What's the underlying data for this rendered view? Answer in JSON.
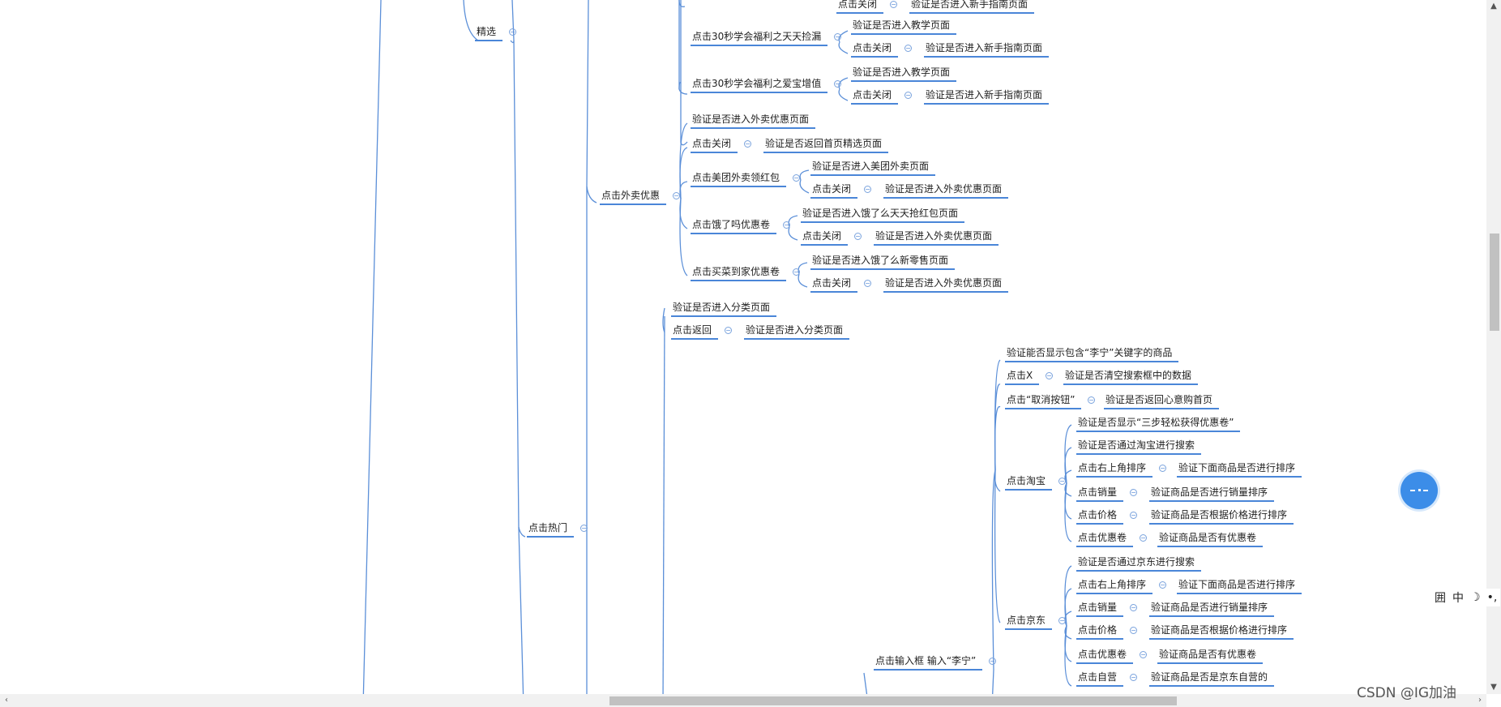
{
  "nodes": [
    {
      "id": "n0",
      "text": "验证是否进入新手指南页面"
    },
    {
      "id": "n1",
      "text": "点击关闭"
    },
    {
      "id": "n2",
      "text": "精选"
    },
    {
      "id": "n3",
      "text": "验证是否进入教学页面"
    },
    {
      "id": "n4",
      "text": "点击30秒学会福利之天天捡漏"
    },
    {
      "id": "n5",
      "text": "点击关闭"
    },
    {
      "id": "n6",
      "text": "验证是否进入新手指南页面"
    },
    {
      "id": "n7",
      "text": "验证是否进入教学页面"
    },
    {
      "id": "n8",
      "text": "点击30秒学会福利之爱宝增值"
    },
    {
      "id": "n9",
      "text": "点击关闭"
    },
    {
      "id": "n10",
      "text": "验证是否进入新手指南页面"
    },
    {
      "id": "n11",
      "text": "验证是否进入外卖优惠页面"
    },
    {
      "id": "n12",
      "text": "点击关闭"
    },
    {
      "id": "n13",
      "text": "验证是否返回首页精选页面"
    },
    {
      "id": "n14",
      "text": "验证是否进入美团外卖页面"
    },
    {
      "id": "n15",
      "text": "点击美团外卖领红包"
    },
    {
      "id": "n16",
      "text": "点击关闭"
    },
    {
      "id": "n17",
      "text": "验证是否进入外卖优惠页面"
    },
    {
      "id": "n18",
      "text": "点击外卖优惠"
    },
    {
      "id": "n19",
      "text": "验证是否进入饿了么天天抢红包页面"
    },
    {
      "id": "n20",
      "text": "点击饿了吗优惠卷"
    },
    {
      "id": "n21",
      "text": "点击关闭"
    },
    {
      "id": "n22",
      "text": "验证是否进入外卖优惠页面"
    },
    {
      "id": "n23",
      "text": "验证是否进入饿了么新零售页面"
    },
    {
      "id": "n24",
      "text": "点击买菜到家优惠卷"
    },
    {
      "id": "n25",
      "text": "点击关闭"
    },
    {
      "id": "n26",
      "text": "验证是否进入外卖优惠页面"
    },
    {
      "id": "n27",
      "text": "验证是否进入分类页面"
    },
    {
      "id": "n28",
      "text": "点击返回"
    },
    {
      "id": "n29",
      "text": "验证是否进入分类页面"
    },
    {
      "id": "n30",
      "text": "验证能否显示包含“李宁”关键字的商品"
    },
    {
      "id": "n31",
      "text": "点击X"
    },
    {
      "id": "n32",
      "text": "验证是否清空搜索框中的数据"
    },
    {
      "id": "n33",
      "text": "点击“取消按钮”"
    },
    {
      "id": "n34",
      "text": "验证是否返回心意购首页"
    },
    {
      "id": "n35",
      "text": "验证是否显示“三步轻松获得优惠卷”"
    },
    {
      "id": "n36",
      "text": "验证是否通过淘宝进行搜索"
    },
    {
      "id": "n37",
      "text": "点击右上角排序"
    },
    {
      "id": "n38",
      "text": "验证下面商品是否进行排序"
    },
    {
      "id": "n39",
      "text": "点击淘宝"
    },
    {
      "id": "n40",
      "text": "点击销量"
    },
    {
      "id": "n41",
      "text": "验证商品是否进行销量排序"
    },
    {
      "id": "n42",
      "text": "点击热门"
    },
    {
      "id": "n43",
      "text": "点击价格"
    },
    {
      "id": "n44",
      "text": "验证商品是否根据价格进行排序"
    },
    {
      "id": "n45",
      "text": "点击优惠卷"
    },
    {
      "id": "n46",
      "text": "验证商品是否有优惠卷"
    },
    {
      "id": "n47",
      "text": "验证是否通过京东进行搜索"
    },
    {
      "id": "n48",
      "text": "点击右上角排序"
    },
    {
      "id": "n49",
      "text": "验证下面商品是否进行排序"
    },
    {
      "id": "n50",
      "text": "点击销量"
    },
    {
      "id": "n51",
      "text": "验证商品是否进行销量排序"
    },
    {
      "id": "n52",
      "text": "点击京东"
    },
    {
      "id": "n53",
      "text": "点击价格"
    },
    {
      "id": "n54",
      "text": "验证商品是否根据价格进行排序"
    },
    {
      "id": "n55",
      "text": "点击优惠卷"
    },
    {
      "id": "n56",
      "text": "验证商品是否有优惠卷"
    },
    {
      "id": "n57",
      "text": "点击输入框 输入“李宁”"
    },
    {
      "id": "n58",
      "text": "点击自营"
    },
    {
      "id": "n59",
      "text": "验证商品是否是京东自营的"
    }
  ],
  "toggle_symbol": "−",
  "ime": {
    "grid": "囲",
    "lang": "中",
    "moon": "☽",
    "punct": "•,"
  },
  "watermark": "CSDN @IG加油",
  "colors": {
    "line": "#4a86d8",
    "accent": "#3c8de8"
  }
}
